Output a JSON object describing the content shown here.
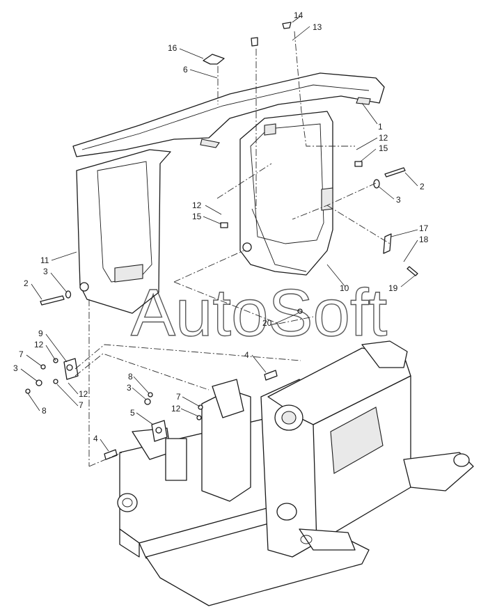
{
  "watermark": "AutoSoft",
  "callouts": [
    "14",
    "13",
    "16",
    "6",
    "1",
    "12",
    "15",
    "2",
    "3",
    "12",
    "15",
    "17",
    "18",
    "19",
    "11",
    "3",
    "2",
    "10",
    "20",
    "9",
    "12",
    "7",
    "3",
    "12",
    "7",
    "8",
    "4",
    "8",
    "3",
    "7",
    "12",
    "5",
    "4"
  ]
}
